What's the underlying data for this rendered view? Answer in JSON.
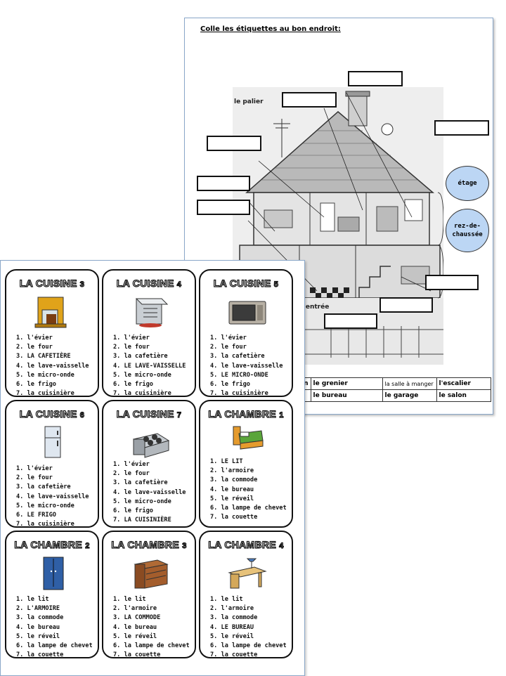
{
  "worksheet": {
    "title": "Colle les étiquettes au bon endroit:",
    "labels": {
      "palier": "le palier",
      "entree": "l'entrée"
    },
    "circles": {
      "etage": "étage",
      "rez": "rez-de-\nchaussée"
    },
    "table": [
      [
        "in",
        "le grenier",
        "la salle à manger",
        "l'escalier"
      ],
      [
        "",
        "le bureau",
        "le garage",
        "le salon"
      ]
    ]
  },
  "cards": [
    {
      "title": "LA CUISINE",
      "num": "3",
      "icon": "coffee-maker-icon",
      "items": [
        "1. l'évier",
        "2. le four",
        "3. LA CAFETIÈRE",
        "4. le lave-vaisselle",
        "5. le micro-onde",
        "6. le frigo",
        "7. la cuisinière"
      ]
    },
    {
      "title": "LA CUISINE",
      "num": "4",
      "icon": "dishwasher-icon",
      "items": [
        "1. l'évier",
        "2. le four",
        "3. la cafetière",
        "4. LE LAVE-VAISSELLE",
        "5. le micro-onde",
        "6. le frigo",
        "7. la cuisinière"
      ]
    },
    {
      "title": "LA CUISINE",
      "num": "5",
      "icon": "microwave-icon",
      "items": [
        "1. l'évier",
        "2. le four",
        "3. la cafetière",
        "4. le lave-vaisselle",
        "5. LE MICRO-ONDE",
        "6. le frigo",
        "7. la cuisinière"
      ]
    },
    {
      "title": "LA CUISINE",
      "num": "6",
      "icon": "fridge-icon",
      "items": [
        "1. l'évier",
        "2. le four",
        "3. la cafetière",
        "4. le lave-vaisselle",
        "5. le micro-onde",
        "6. LE FRIGO",
        "7. la cuisinière"
      ]
    },
    {
      "title": "LA CUISINE",
      "num": "7",
      "icon": "stove-icon",
      "items": [
        "1. l'évier",
        "2. le four",
        "3. la cafetière",
        "4. le lave-vaisselle",
        "5. le micro-onde",
        "6. le frigo",
        "7. LA CUISINIÈRE"
      ]
    },
    {
      "title": "LA CHAMBRE",
      "num": "1",
      "icon": "bed-icon",
      "items": [
        "1. LE LIT",
        "2. l'armoire",
        "3. la commode",
        "4. le bureau",
        "5. le réveil",
        "6. la lampe de chevet",
        "7. la couette"
      ]
    },
    {
      "title": "LA CHAMBRE",
      "num": "2",
      "icon": "wardrobe-icon",
      "items": [
        "1. le lit",
        "2. L'ARMOIRE",
        "3. la commode",
        "4. le bureau",
        "5. le réveil",
        "6. la lampe de chevet",
        "7. la couette"
      ]
    },
    {
      "title": "LA CHAMBRE",
      "num": "3",
      "icon": "dresser-icon",
      "items": [
        "1. le lit",
        "2. l'armoire",
        "3. LA COMMODE",
        "4. le bureau",
        "5. le réveil",
        "6. la lampe de chevet",
        "7. la couette"
      ]
    },
    {
      "title": "LA CHAMBRE",
      "num": "4",
      "icon": "desk-icon",
      "items": [
        "1. le lit",
        "2. l'armoire",
        "3. la commode",
        "4. LE BUREAU",
        "5. le réveil",
        "6. la lampe de chevet",
        "7. la couette"
      ]
    }
  ]
}
